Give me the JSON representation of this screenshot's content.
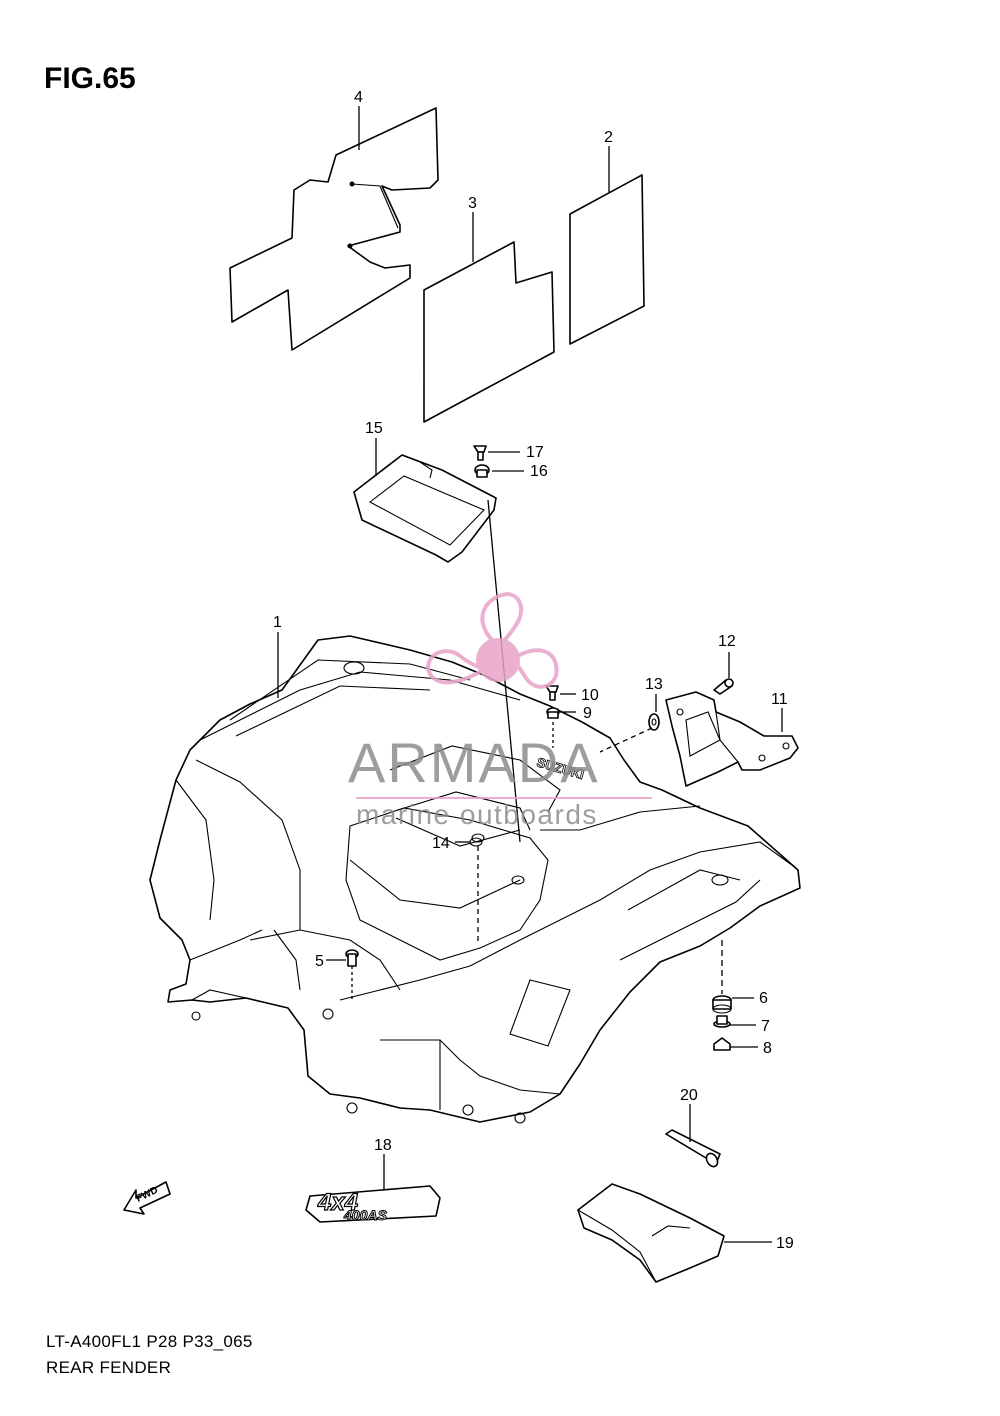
{
  "figure": {
    "title": "FIG.65",
    "model_code": "LT-A400FL1  P28  P33_065",
    "section_name": "REAR FENDER"
  },
  "watermark": {
    "brand": "ARMADA",
    "tagline": "marine outboards",
    "logo_color": "#e8a3c8",
    "text_color": "#8c8c8c"
  },
  "decal_18": {
    "line1": "4x4",
    "line2": "400AS"
  },
  "fwd_marker": {
    "label": "FWD"
  },
  "fender_mark": "SUZUKI",
  "callouts": [
    {
      "id": "1",
      "label": "1"
    },
    {
      "id": "2",
      "label": "2"
    },
    {
      "id": "3",
      "label": "3"
    },
    {
      "id": "4",
      "label": "4"
    },
    {
      "id": "5",
      "label": "5"
    },
    {
      "id": "6",
      "label": "6"
    },
    {
      "id": "7",
      "label": "7"
    },
    {
      "id": "8",
      "label": "8"
    },
    {
      "id": "9",
      "label": "9"
    },
    {
      "id": "10",
      "label": "10"
    },
    {
      "id": "11",
      "label": "11"
    },
    {
      "id": "12",
      "label": "12"
    },
    {
      "id": "13",
      "label": "13"
    },
    {
      "id": "14",
      "label": "14"
    },
    {
      "id": "15",
      "label": "15"
    },
    {
      "id": "16",
      "label": "16"
    },
    {
      "id": "17",
      "label": "17"
    },
    {
      "id": "18",
      "label": "18"
    },
    {
      "id": "19",
      "label": "19"
    },
    {
      "id": "20",
      "label": "20"
    }
  ]
}
